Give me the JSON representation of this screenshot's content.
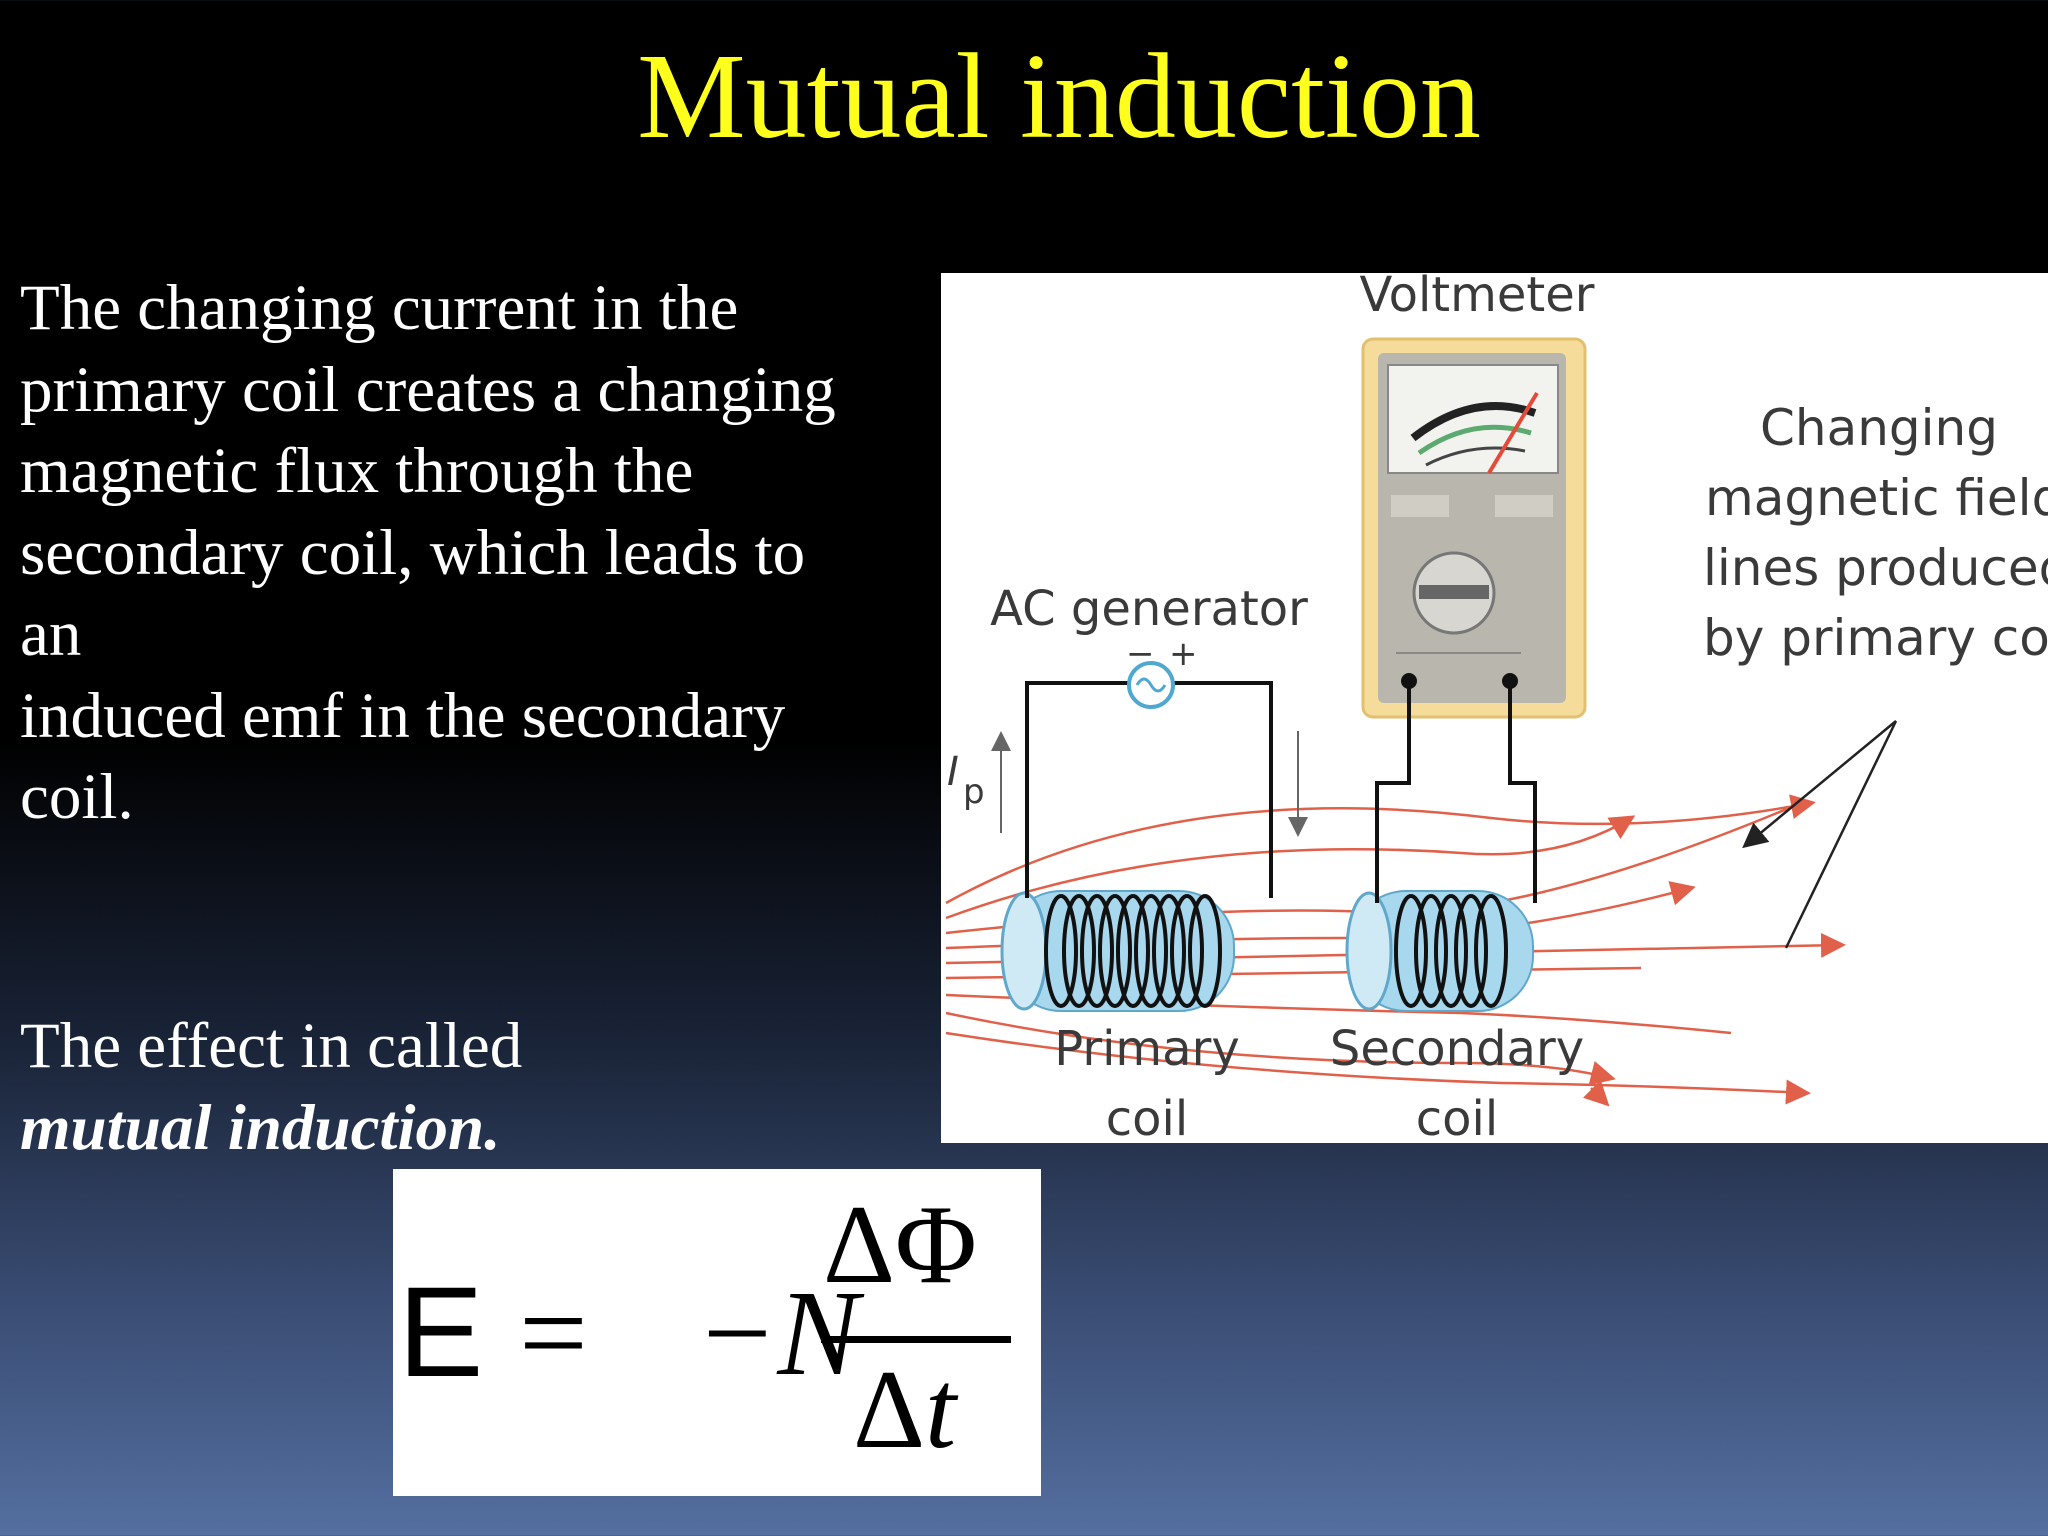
{
  "slide": {
    "title": "Mutual induction",
    "body_lines": [
      "The changing current in the",
      "primary coil creates a changing",
      "magnetic flux through the",
      "secondary coil, which leads to",
      "an",
      "induced emf in the secondary",
      "coil."
    ],
    "effect_line": "The effect in called",
    "effect_term": "mutual induction."
  },
  "diagram": {
    "voltmeter_label": "Voltmeter",
    "generator_label": "AC generator",
    "generator_minus": "−",
    "generator_plus": "+",
    "current_label": "I",
    "current_subscript": "p",
    "field_label_lines": [
      "Changing",
      "magnetic field",
      "lines produced",
      "by primary coil"
    ],
    "primary_label_lines": [
      "Primary",
      "coil"
    ],
    "secondary_label_lines": [
      "Secondary",
      "coil"
    ],
    "colors": {
      "field_lines": "#e0604a",
      "coil_sleeve": "#a8d8ee",
      "meter_case": "#f6dc9a",
      "wire": "#111111"
    }
  },
  "formula": {
    "emf": "E",
    "equals": "=",
    "minus_n": "−N",
    "numerator": "ΔΦ",
    "denominator_delta": "Δ",
    "denominator_var": "t"
  }
}
